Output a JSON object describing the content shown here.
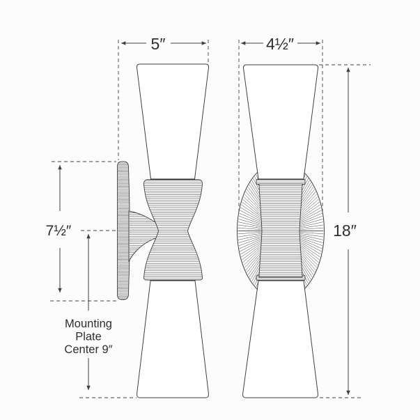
{
  "page": {
    "background_color": "#fcfcfc"
  },
  "drawing": {
    "kind": "dimensioned line drawing",
    "subject": "double-cone wall sconce, side and front elevation views",
    "colors": {
      "line": "#3f3f3f",
      "text": "#2e2e2e",
      "paper": "#fcfcfc"
    },
    "dimensions": {
      "projection_width": {
        "label": "5″"
      },
      "front_width": {
        "label": "4½″"
      },
      "backplate_height": {
        "label": "7½″"
      },
      "overall_height": {
        "label": "18″"
      },
      "mounting_note": {
        "line1": "Mounting",
        "line2": "Plate",
        "line3": "Center 9″"
      }
    }
  }
}
